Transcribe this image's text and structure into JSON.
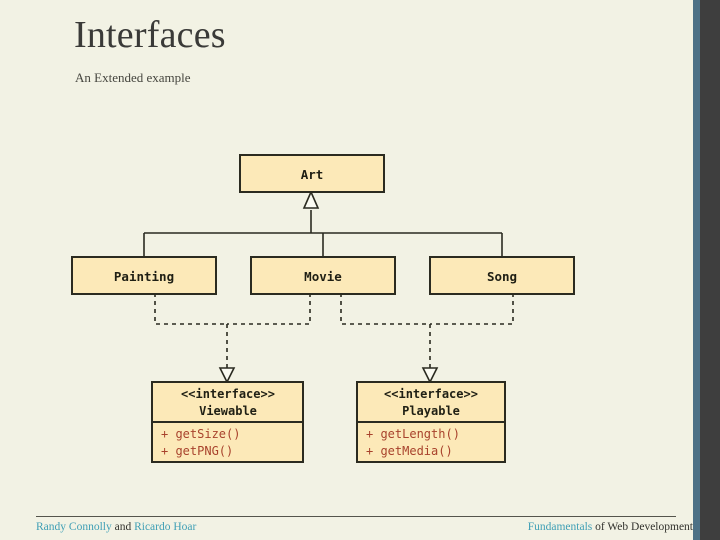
{
  "slide": {
    "title": "Interfaces",
    "subtitle": "An Extended example",
    "background_color": "#f2f2e4",
    "accent_stripe_color": "#4d7186",
    "dark_stripe_color": "#3e3e3e"
  },
  "diagram": {
    "kind": "uml-class-diagram",
    "box_fill": "#fce9b8",
    "box_border": "#2b2b20",
    "method_text_color": "#a8422c",
    "classes": [
      {
        "id": "art",
        "name": "Art"
      },
      {
        "id": "painting",
        "name": "Painting"
      },
      {
        "id": "movie",
        "name": "Movie"
      },
      {
        "id": "song",
        "name": "Song"
      }
    ],
    "interfaces": [
      {
        "id": "viewable",
        "stereotype": "<<interface>>",
        "name": "Viewable",
        "methods": [
          "+ getSize()",
          "+ getPNG()"
        ]
      },
      {
        "id": "playable",
        "stereotype": "<<interface>>",
        "name": "Playable",
        "methods": [
          "+ getLength()",
          "+ getMedia()"
        ]
      }
    ],
    "generalizations": [
      {
        "from": "painting",
        "to": "art"
      },
      {
        "from": "movie",
        "to": "art"
      },
      {
        "from": "song",
        "to": "art"
      }
    ],
    "realizations": [
      {
        "from": "painting",
        "to": "viewable"
      },
      {
        "from": "movie",
        "to": "viewable"
      },
      {
        "from": "movie",
        "to": "playable"
      },
      {
        "from": "song",
        "to": "playable"
      }
    ]
  },
  "footer": {
    "author_one": "Randy Connolly",
    "conjunction": " and ",
    "author_two": "Ricardo Hoar",
    "book_accent": "Fundamentals",
    "book_rest": " of Web Development",
    "accent_color": "#3f9fb5"
  }
}
